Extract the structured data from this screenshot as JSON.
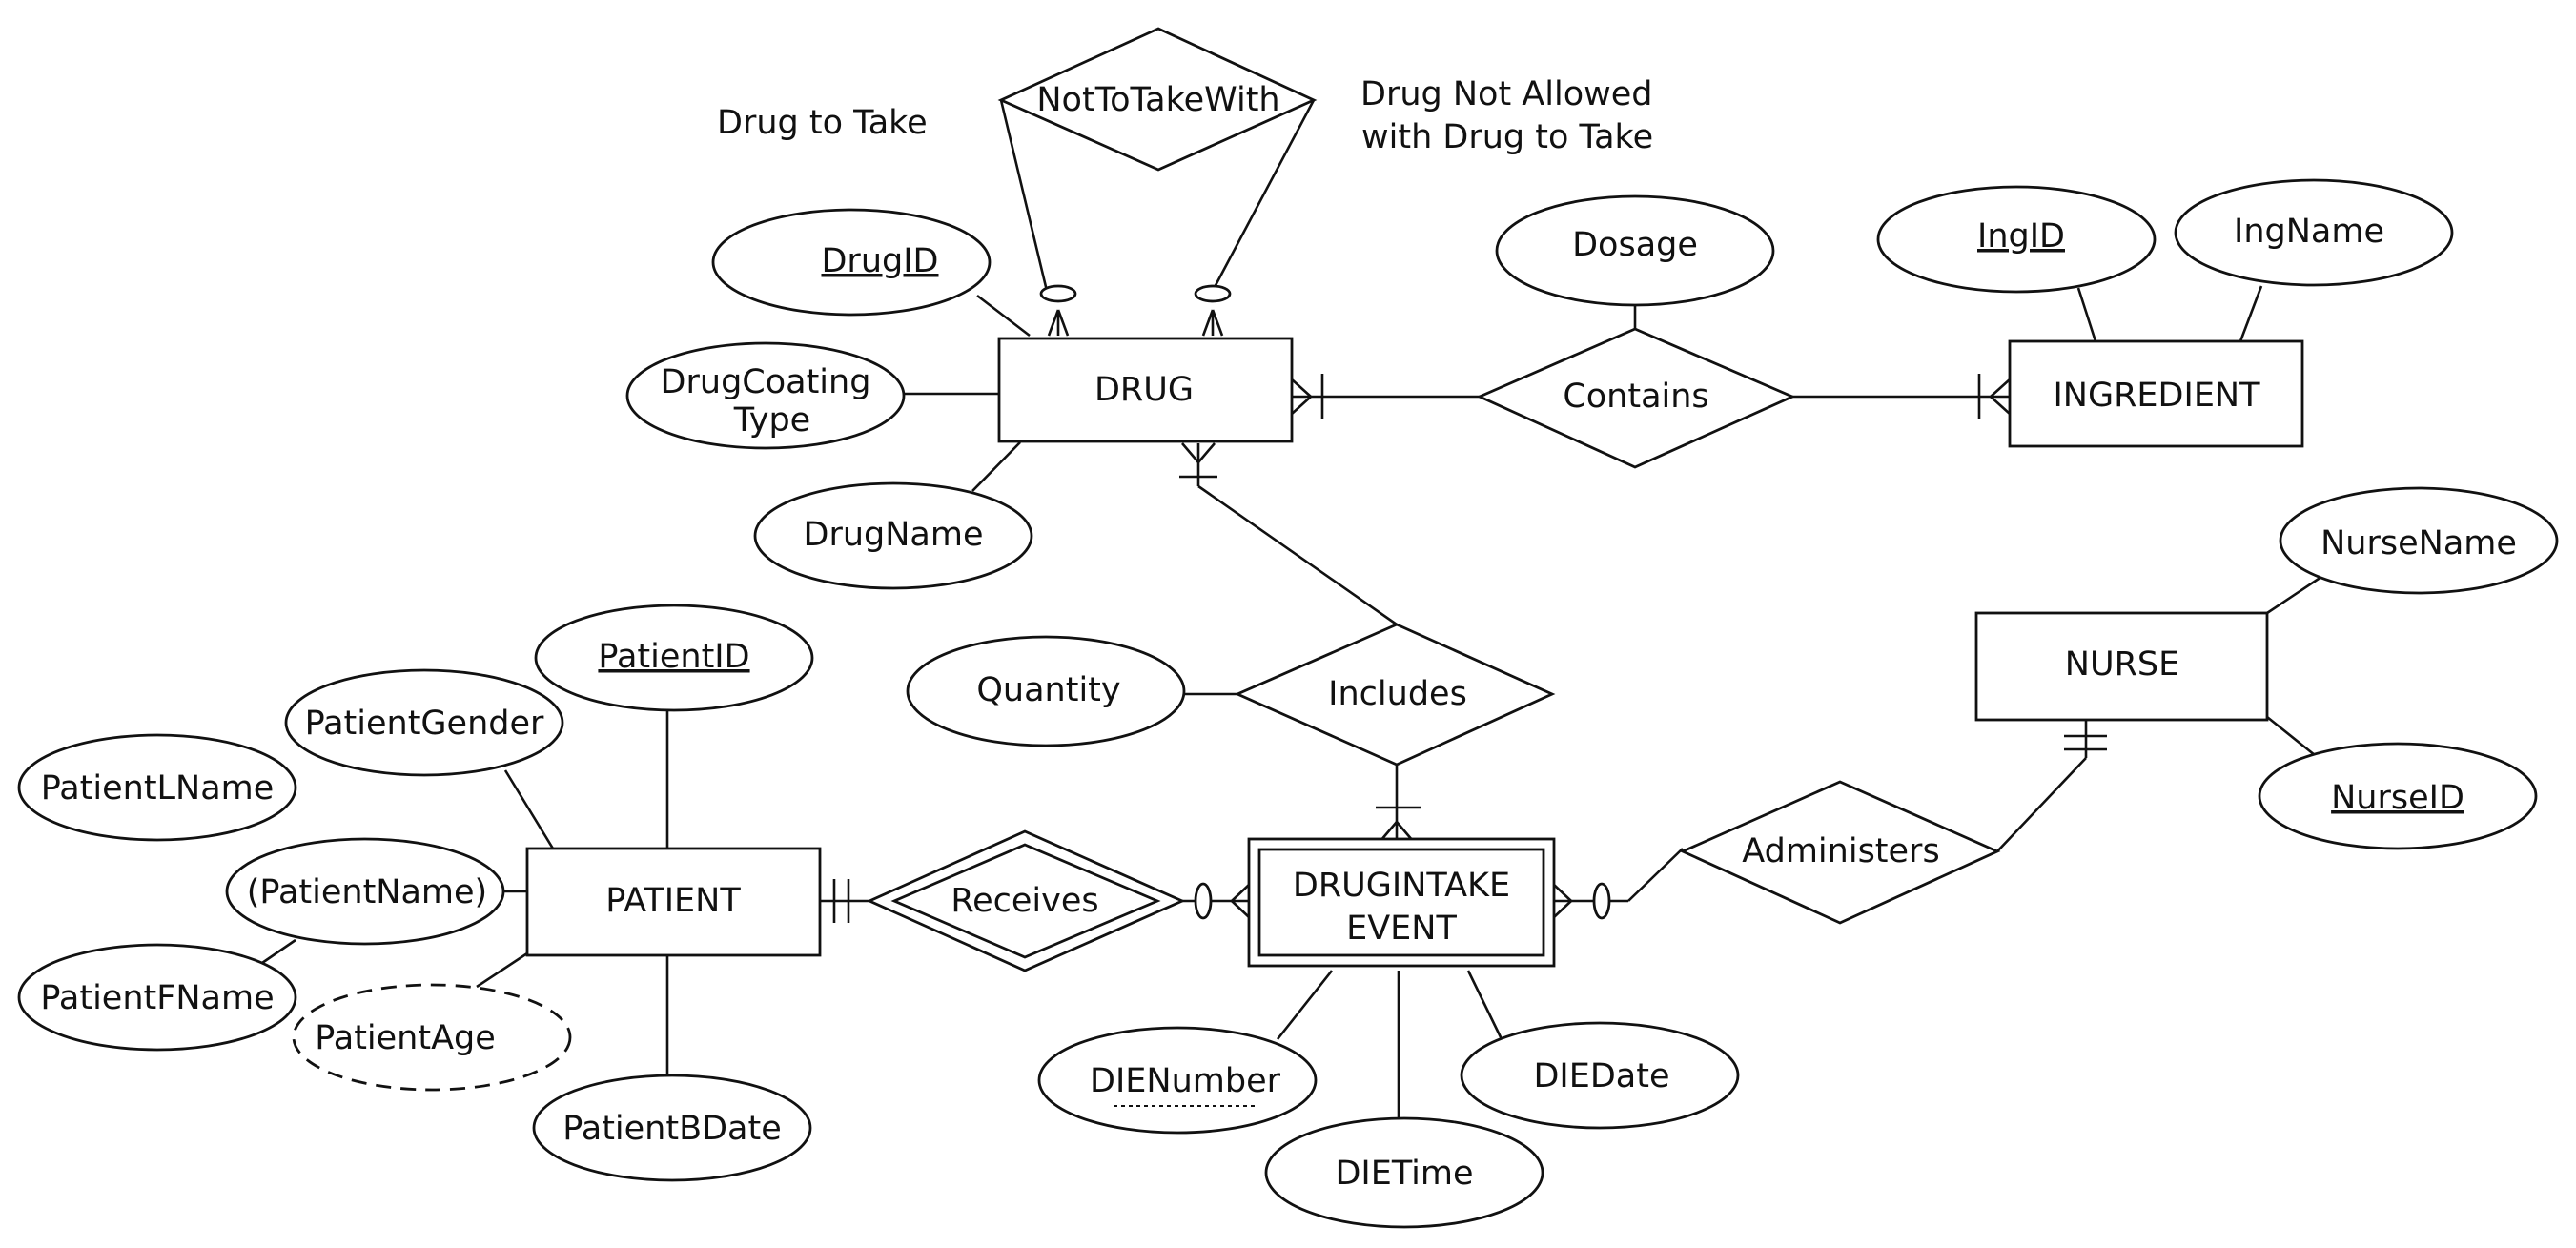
{
  "colors": {
    "stroke": "#111111",
    "background": "#ffffff"
  },
  "entities": {
    "drug": "DRUG",
    "ingredient": "INGREDIENT",
    "nurse": "NURSE",
    "patient": "PATIENT",
    "drugintake_line1": "DRUGINTAKE",
    "drugintake_line2": "EVENT"
  },
  "relationships": {
    "not_to_take_with": "NotToTakeWith",
    "contains": "Contains",
    "includes": "Includes",
    "administers": "Administers",
    "receives": "Receives"
  },
  "attributes": {
    "drug_id": "DrugID",
    "drug_coating_line1": "DrugCoating",
    "drug_coating_line2": "Type",
    "drug_name": "DrugName",
    "dosage": "Dosage",
    "ing_id": "IngID",
    "ing_name": "IngName",
    "nurse_name": "NurseName",
    "nurse_id": "NurseID",
    "patient_id": "PatientID",
    "patient_gender": "PatientGender",
    "patient_lname": "PatientLName",
    "patient_name": "(PatientName)",
    "patient_fname": "PatientFName",
    "patient_age": "PatientAge",
    "patient_bdate": "PatientBDate",
    "quantity": "Quantity",
    "die_number": "DIENumber",
    "die_time": "DIETime",
    "die_date": "DIEDate"
  },
  "role_labels": {
    "drug_to_take": "Drug to Take",
    "not_allowed_line1": "Drug Not Allowed",
    "not_allowed_line2": "with Drug to Take"
  }
}
